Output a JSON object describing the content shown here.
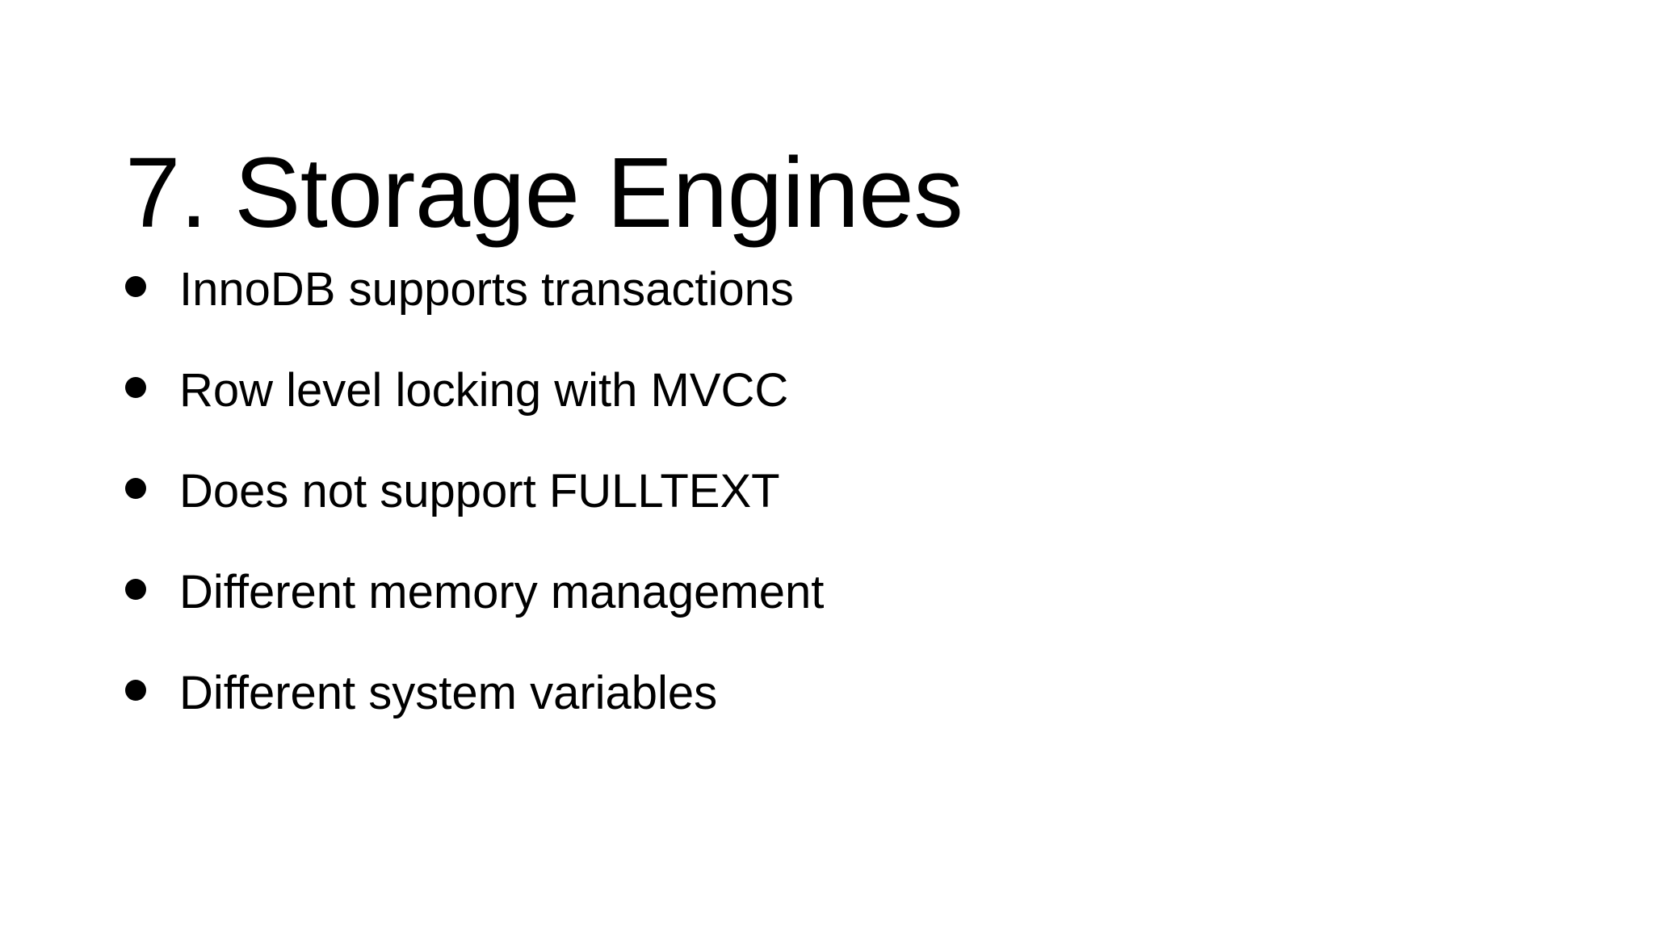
{
  "slide": {
    "title": "7. Storage Engines",
    "bullet_marker_icon": "filled-circle-bullet-icon",
    "bullets": [
      {
        "text": "InnoDB supports transactions"
      },
      {
        "text": "Row level locking with MVCC"
      },
      {
        "text": "Does not support FULLTEXT"
      },
      {
        "text": "Different memory management"
      },
      {
        "text": "Different system variables"
      }
    ],
    "colors": {
      "background": "#ffffff",
      "text": "#000000",
      "bullet": "#000000"
    }
  }
}
